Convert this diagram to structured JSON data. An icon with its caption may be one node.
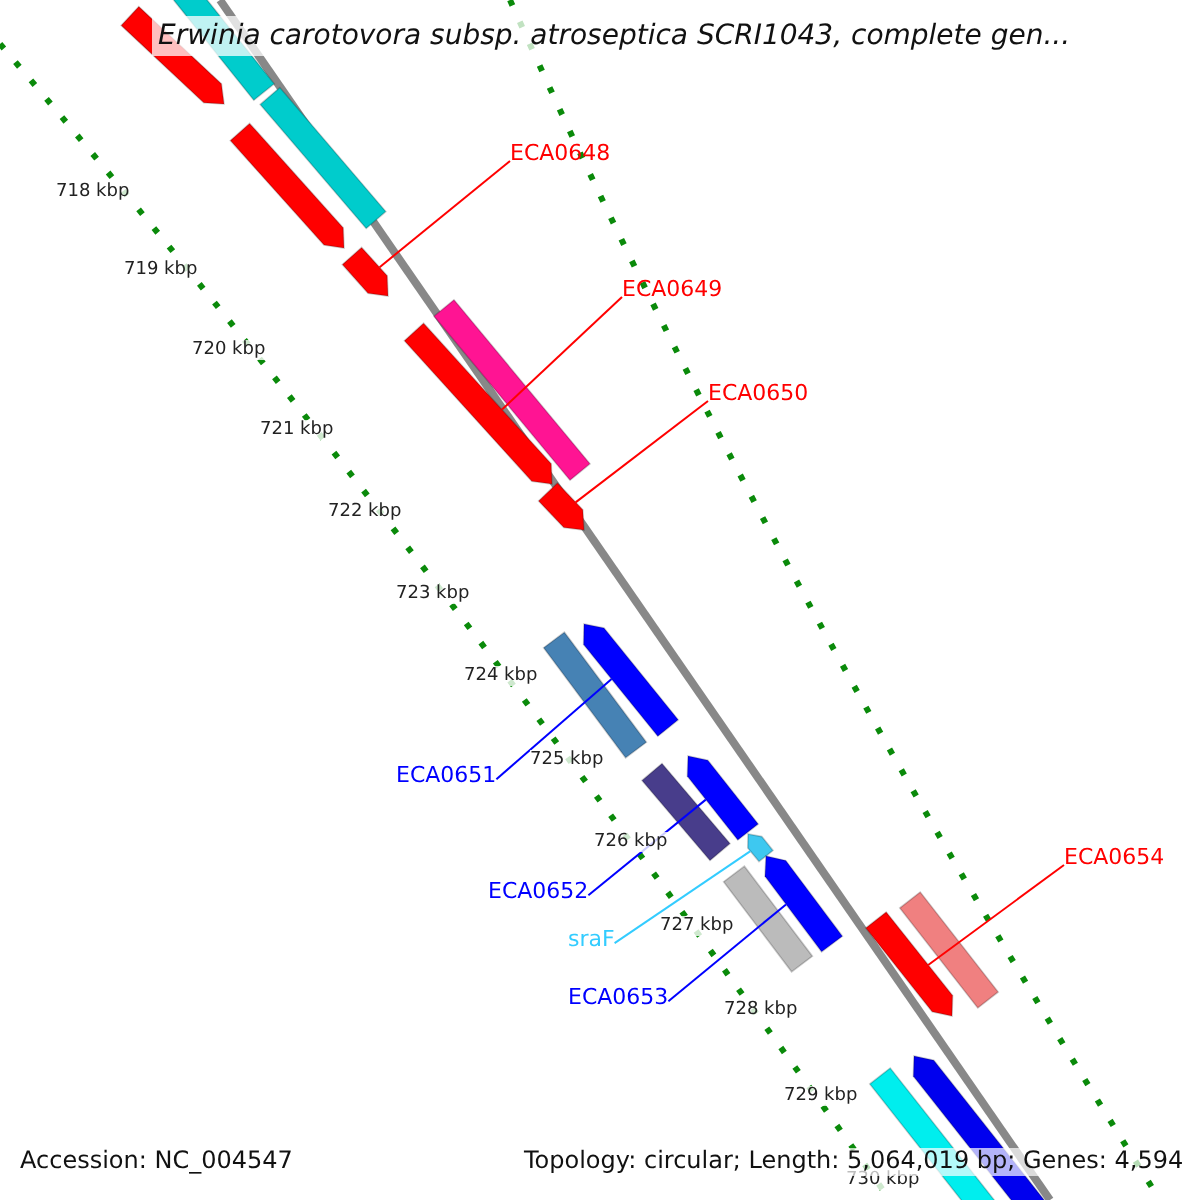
{
  "diagram": {
    "title": "Erwinia carotovora subsp. atroseptica SCRI1043, complete gen...",
    "nodes": [
      {
        "text": [
          "ECA0648"
        ]
      },
      {
        "text": [],
        "shape": "arrow"
      },
      {
        "text": [
          "ECA0649"
        ]
      },
      {
        "text": [],
        "shape": "arrow"
      },
      {
        "text": [
          "ECA0650"
        ]
      },
      {
        "text": [],
        "shape": "arrow"
      },
      {
        "text": [
          "ECA0651"
        ]
      },
      {
        "text": [],
        "shape": "arrow"
      },
      {
        "text": [
          "ECA0652"
        ]
      },
      {
        "text": [],
        "shape": "arrow"
      },
      {
        "text": [
          "sraF"
        ]
      },
      {
        "text": [],
        "shape": "arrow"
      },
      {
        "text": [
          "ECA0653"
        ]
      },
      {
        "text": [],
        "shape": "arrow"
      },
      {
        "text": [
          "ECA0654"
        ]
      },
      {
        "text": [],
        "shape": "arrow"
      },
      {
        "text": [],
        "shape": "arrow"
      },
      {
        "text": [],
        "shape": "bar"
      },
      {
        "text": [],
        "shape": "bar"
      },
      {
        "text": [],
        "shape": "arrow"
      },
      {
        "text": [],
        "shape": "bar"
      },
      {
        "text": [],
        "shape": "bar"
      },
      {
        "text": [],
        "shape": "bar"
      },
      {
        "text": [],
        "shape": "bar"
      },
      {
        "text": [],
        "shape": "bar"
      },
      {
        "text": [],
        "shape": "bar"
      },
      {
        "text": [],
        "shape": "arrow"
      }
    ],
    "edges": [
      {
        "from": 0,
        "to": 1,
        "arrow": "none",
        "color": "#ff0000"
      },
      {
        "from": 2,
        "to": 3,
        "arrow": "none",
        "color": "#ff0000"
      },
      {
        "from": 4,
        "to": 5,
        "arrow": "none",
        "color": "#ff0000"
      },
      {
        "from": 6,
        "to": 7,
        "arrow": "none",
        "color": "#0000ff"
      },
      {
        "from": 8,
        "to": 9,
        "arrow": "none",
        "color": "#0000ff"
      },
      {
        "from": 10,
        "to": 11,
        "arrow": "none",
        "color": "#33ccff"
      },
      {
        "from": 12,
        "to": 13,
        "arrow": "none",
        "color": "#0000ff"
      },
      {
        "from": 14,
        "to": 15,
        "arrow": "none",
        "color": "#ff0000"
      }
    ],
    "labels": [
      "718 kbp",
      "719 kbp",
      "720 kbp",
      "721 kbp",
      "722 kbp",
      "723 kbp",
      "724 kbp",
      "725 kbp",
      "726 kbp",
      "727 kbp",
      "728 kbp",
      "729 kbp",
      "730 kbp",
      "Accession: NC_004547",
      "Topology: circular; Length: 5,064,019 bp; Genes: 4,594"
    ]
  }
}
